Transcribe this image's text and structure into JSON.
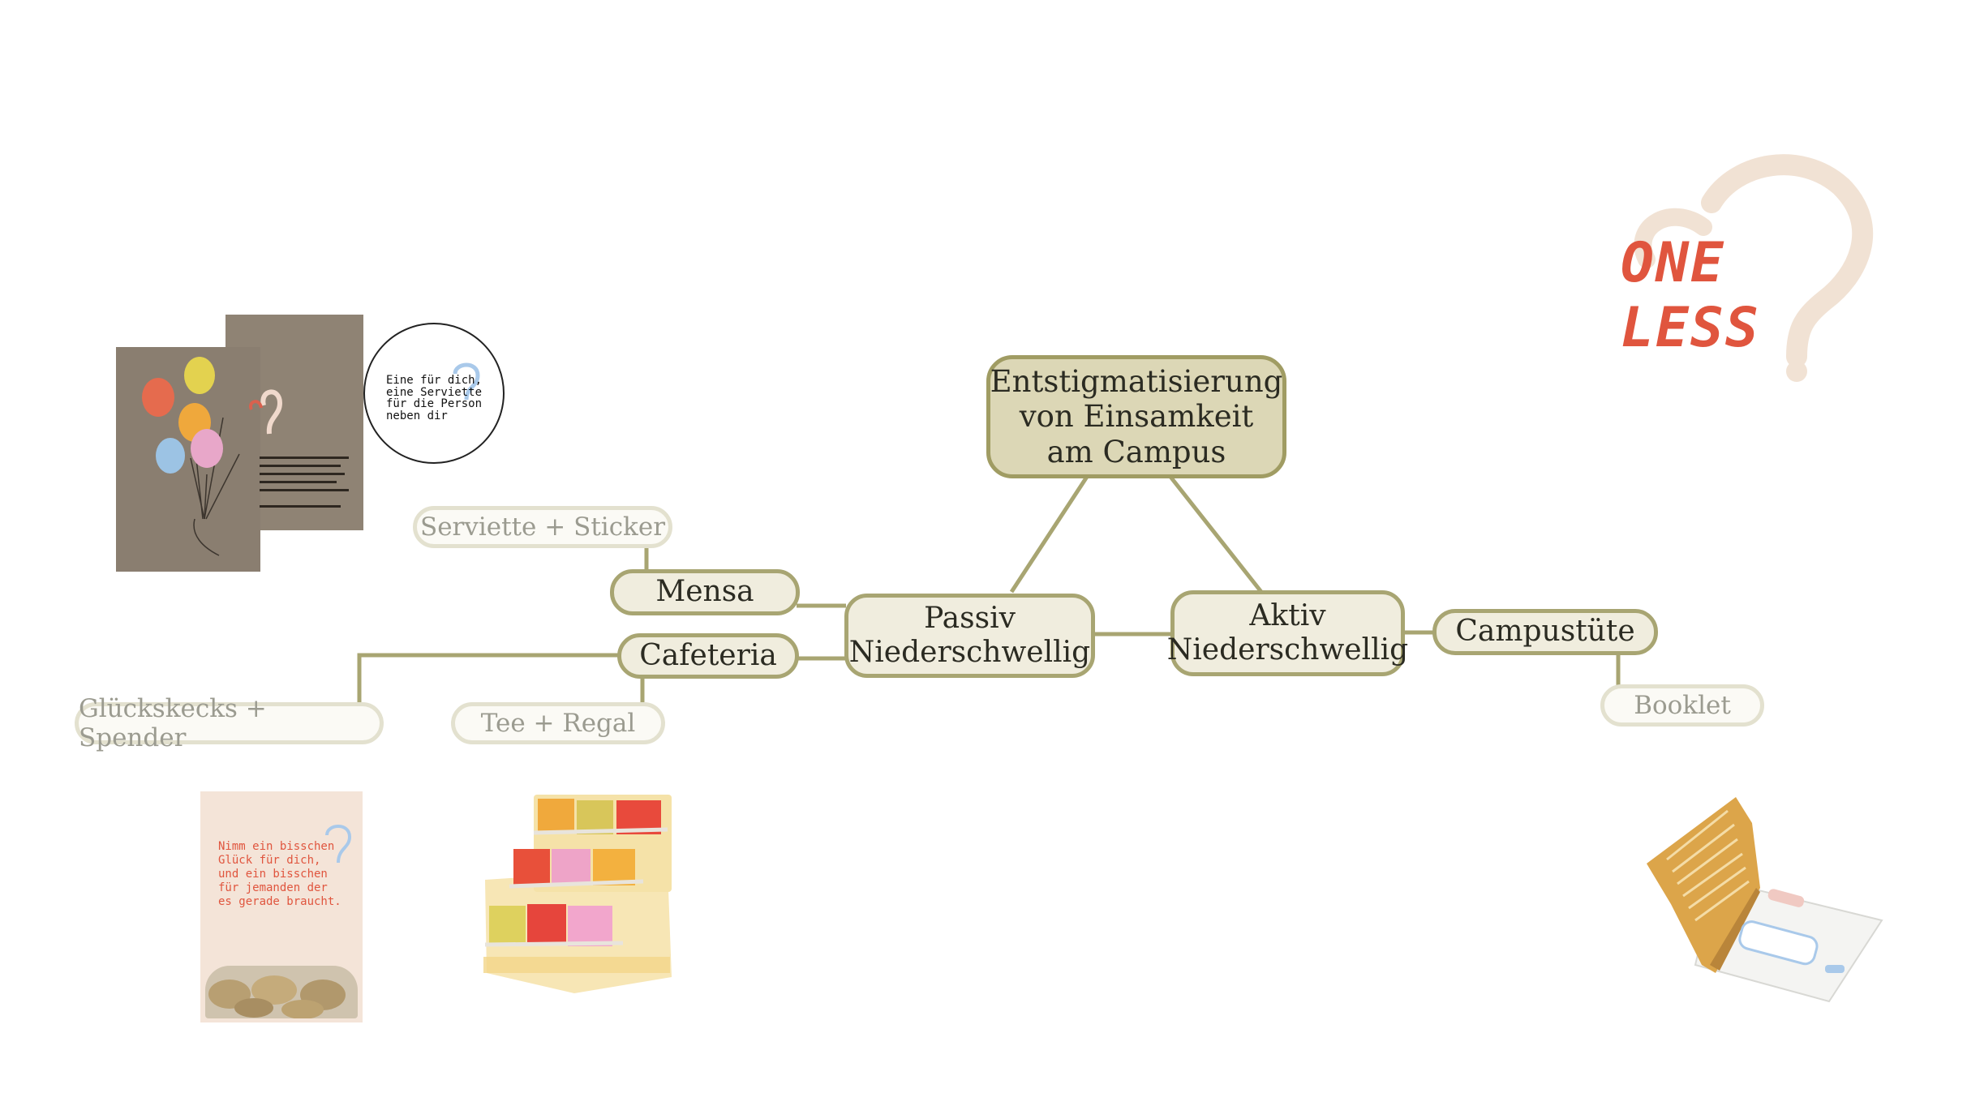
{
  "mindmap": {
    "root": "Entstigmatisierung\nvon Einsamkeit\nam Campus",
    "passiv": "Passiv\nNiederschwellig",
    "aktiv": "Aktiv\nNiederschwellig",
    "mensa": "Mensa",
    "cafeteria": "Cafeteria",
    "campustuete": "Campustüte",
    "serviette": "Serviette + Sticker",
    "glueckskecks": "Glückskecks + Spender",
    "tee": "Tee + Regal",
    "booklet": "Booklet"
  },
  "logo": {
    "line1": "ONE",
    "line2": "LESS",
    "color": "#e0553e",
    "mark_color": "#f1e2d4"
  },
  "sticker": {
    "text": "Eine für dich,\neine Serviette\nfür die Person\nneben dir"
  },
  "cookie_box": {
    "text": "Nimm ein bisschen\nGlück für dich,\nund ein bisschen\nfür jemanden der\nes gerade braucht."
  },
  "colors": {
    "node_border": "#a8a572",
    "node_fill": "#f0edde",
    "root_fill": "#dcd7b6",
    "leaf_border": "#e3e1cf",
    "leaf_text": "#9b9b90",
    "connector": "#a8a572"
  },
  "icons": [
    "napkin-image",
    "sticker-image",
    "cookie-dispenser-image",
    "tea-rack-image",
    "booklet-image",
    "one-less-logo"
  ]
}
